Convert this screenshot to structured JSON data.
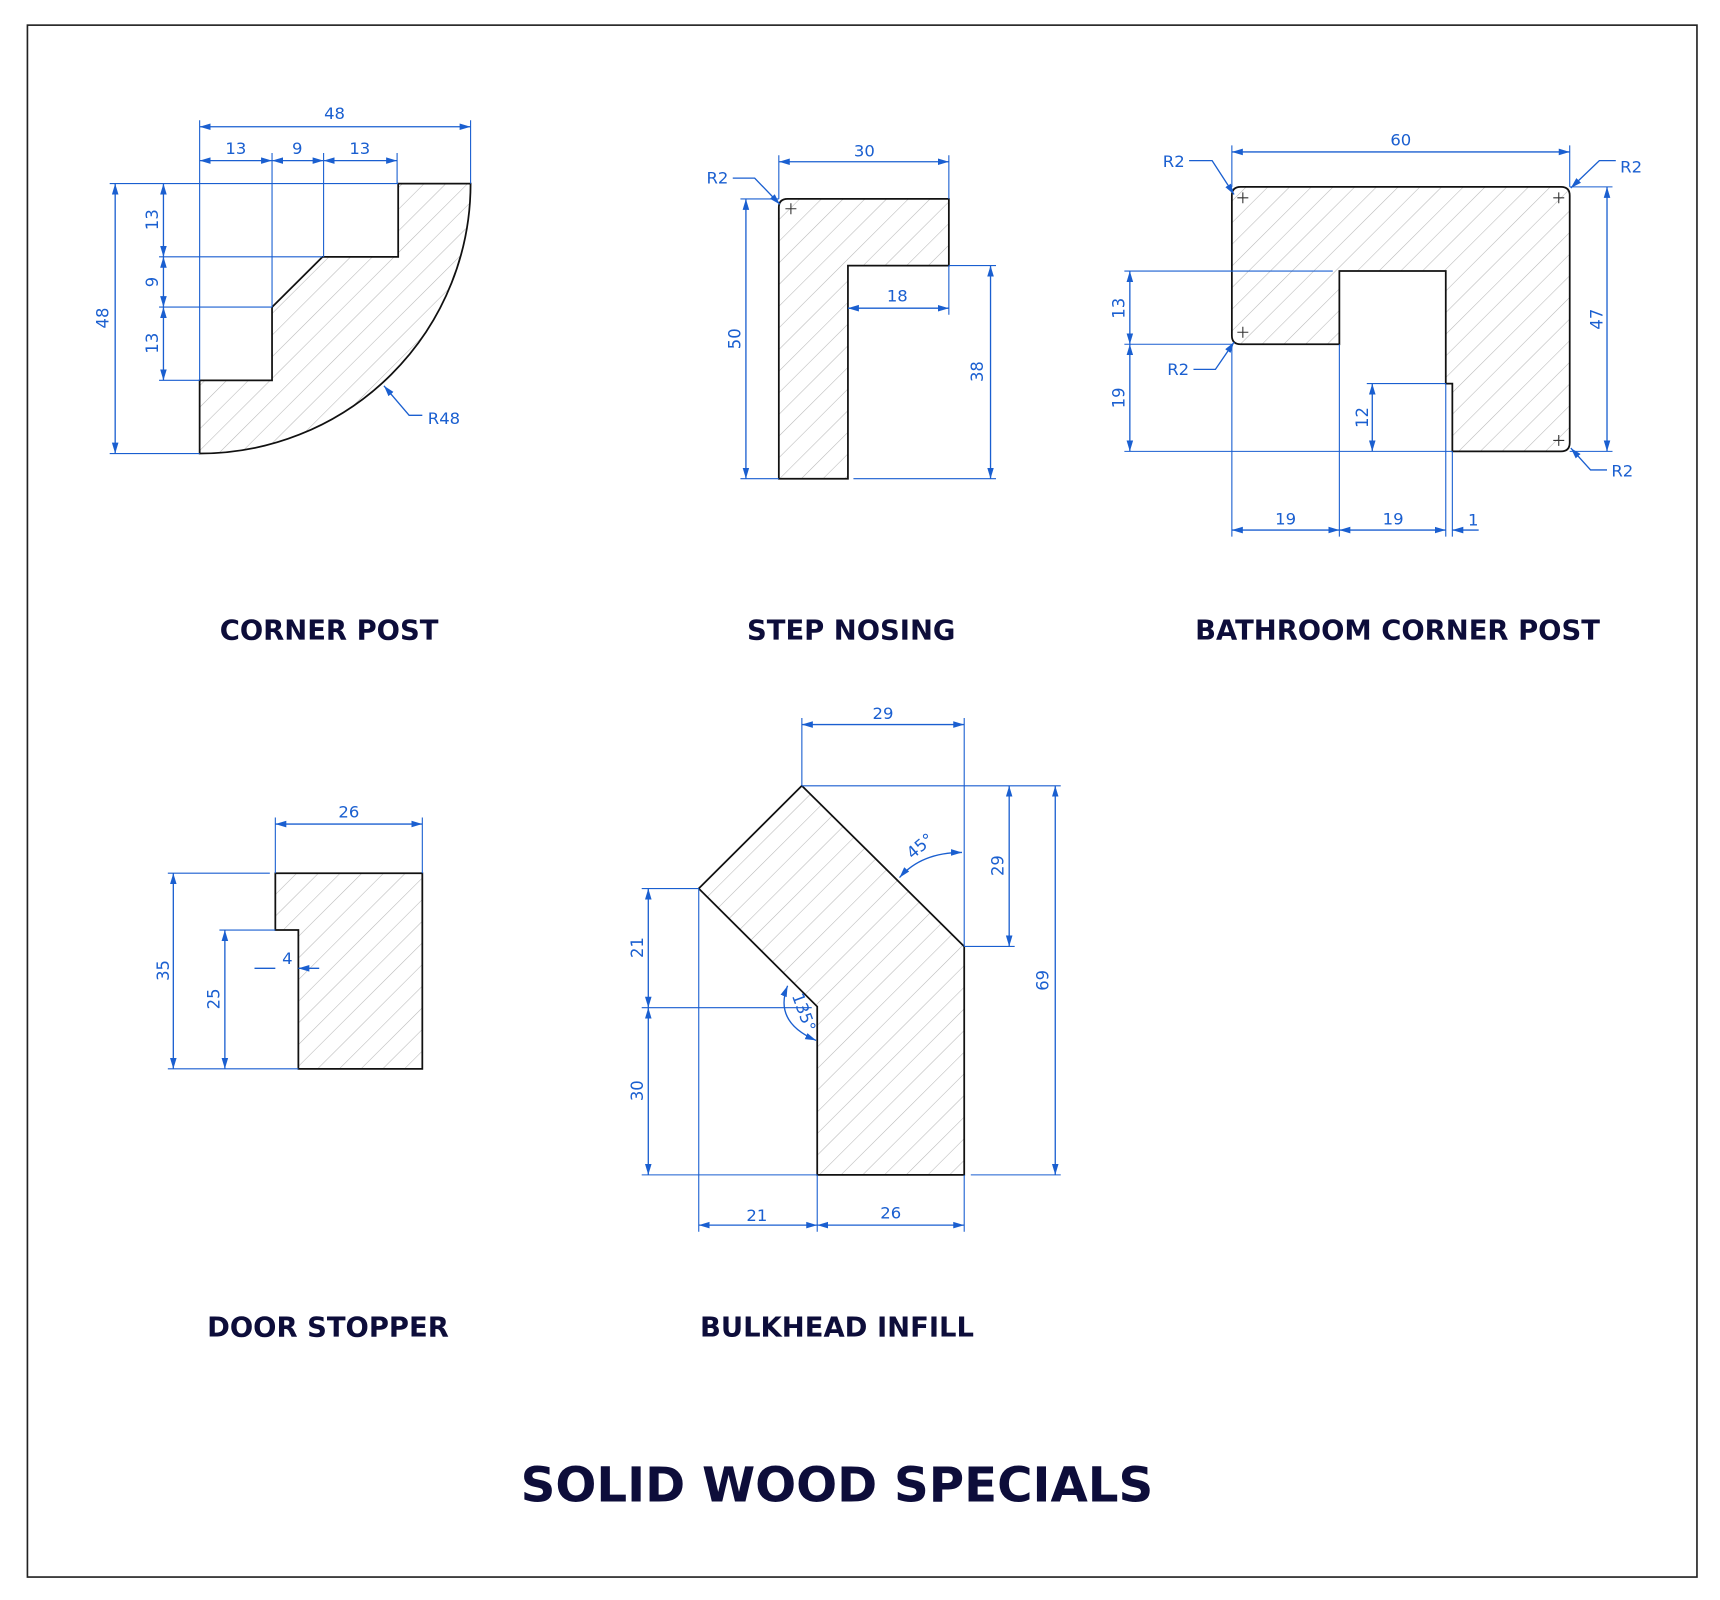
{
  "main_title": "SOLID WOOD SPECIALS",
  "colors": {
    "dimension": "#1a5fd0",
    "outline": "#111111",
    "title": "#0d0d3a"
  },
  "profiles": {
    "corner_post": {
      "title": "CORNER POST",
      "width": "48",
      "top_parts": [
        "13",
        "9",
        "13"
      ],
      "height": "48",
      "side_parts": [
        "13",
        "9",
        "13"
      ],
      "radius": "R48"
    },
    "step_nosing": {
      "title": "STEP NOSING",
      "width": "30",
      "inner_width": "18",
      "height": "50",
      "inner_height": "38",
      "radius": "R2"
    },
    "bathroom_corner_post": {
      "title": "BATHROOM CORNER POST",
      "width": "60",
      "height": "47",
      "left_upper": "13",
      "left_lower": "19",
      "inner_height": "12",
      "bottom_parts": [
        "19",
        "19",
        "1"
      ],
      "radius": "R2"
    },
    "door_stopper": {
      "title": "DOOR STOPPER",
      "width": "26",
      "height": "35",
      "rebate_height": "25",
      "rebate_depth": "4"
    },
    "bulkhead_infill": {
      "title": "BULKHEAD INFILL",
      "top_width": "29",
      "right_upper": "29",
      "height": "69",
      "left_upper": "21",
      "left_lower": "30",
      "bottom_left": "21",
      "bottom_right": "26",
      "angle_top": "45°",
      "angle_inner": "135°"
    }
  }
}
